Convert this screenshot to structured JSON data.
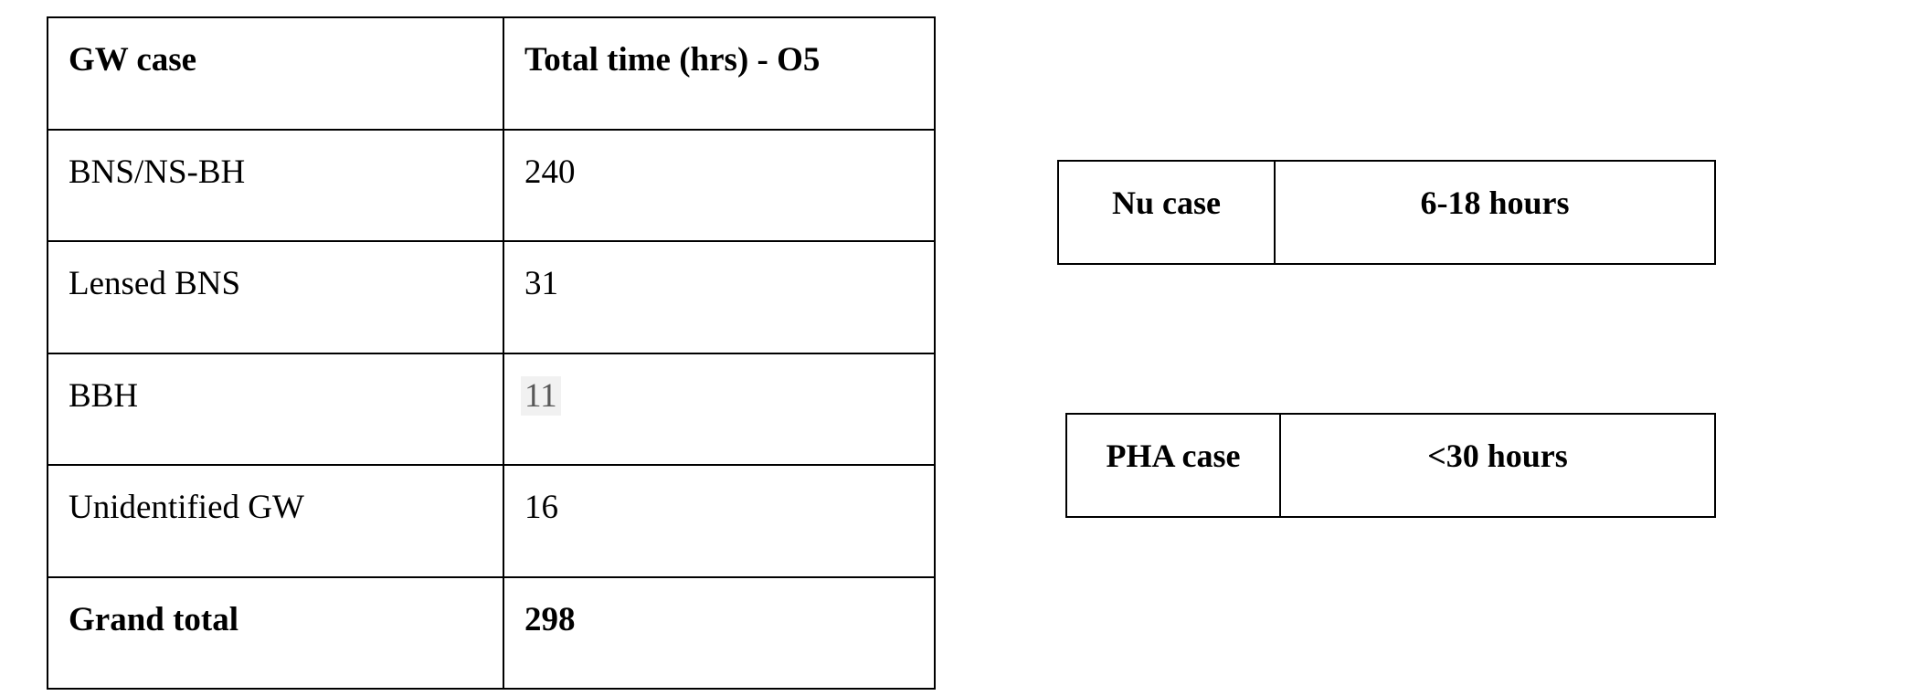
{
  "gw_table": {
    "columns": [
      "GW case",
      "Total time (hrs) - O5"
    ],
    "rows": [
      {
        "case": "BNS/NS-BH",
        "total_time": "240",
        "muted": false
      },
      {
        "case": "Lensed BNS",
        "total_time": "31",
        "muted": false
      },
      {
        "case": "BBH",
        "total_time": "11",
        "muted": true
      },
      {
        "case": "Unidentified GW",
        "total_time": "16",
        "muted": false
      }
    ],
    "total_row": {
      "label": "Grand total",
      "value": "298"
    }
  },
  "nu_table": {
    "label": "Nu case",
    "value": "6-18 hours"
  },
  "pha_table": {
    "label": "PHA case",
    "value": "<30 hours"
  },
  "colors": {
    "border": "#000000",
    "text": "#000000",
    "muted_text": "#585858",
    "muted_background": "#f1f1f1",
    "page_background": "#ffffff"
  }
}
